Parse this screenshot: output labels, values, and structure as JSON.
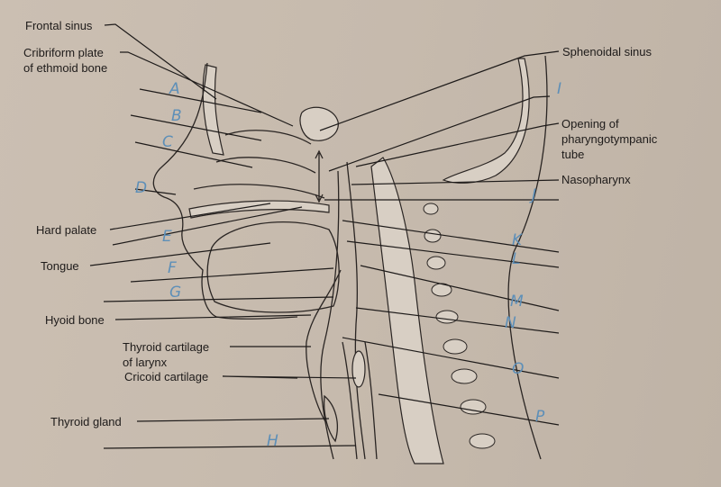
{
  "labels_left": {
    "frontal_sinus": "Frontal sinus",
    "cribriform_1": "Cribriform plate",
    "cribriform_2": "of ethmoid bone",
    "hard_palate": "Hard palate",
    "tongue": "Tongue",
    "hyoid_bone": "Hyoid bone",
    "thyroid_cartilage_1": "Thyroid cartilage",
    "thyroid_cartilage_2": "of larynx",
    "cricoid_cartilage": "Cricoid cartilage",
    "thyroid_gland": "Thyroid gland"
  },
  "labels_right": {
    "sphenoidal_sinus": "Sphenoidal sinus",
    "opening_1": "Opening of",
    "opening_2": "pharyngotympanic",
    "opening_3": "tube",
    "nasopharynx": "Nasopharynx"
  },
  "handwritten": {
    "A": "A",
    "B": "B",
    "C": "C",
    "D": "D",
    "E": "E",
    "F": "F",
    "G": "G",
    "H": "H",
    "I": "I",
    "J": "J",
    "K": "K",
    "L": "L",
    "M": "M",
    "N": "N",
    "O": "O",
    "P": "P"
  },
  "colors": {
    "paper": "#c9bdb0",
    "ink": "#1e1b1a",
    "handwriting": "#5d8fb8"
  }
}
